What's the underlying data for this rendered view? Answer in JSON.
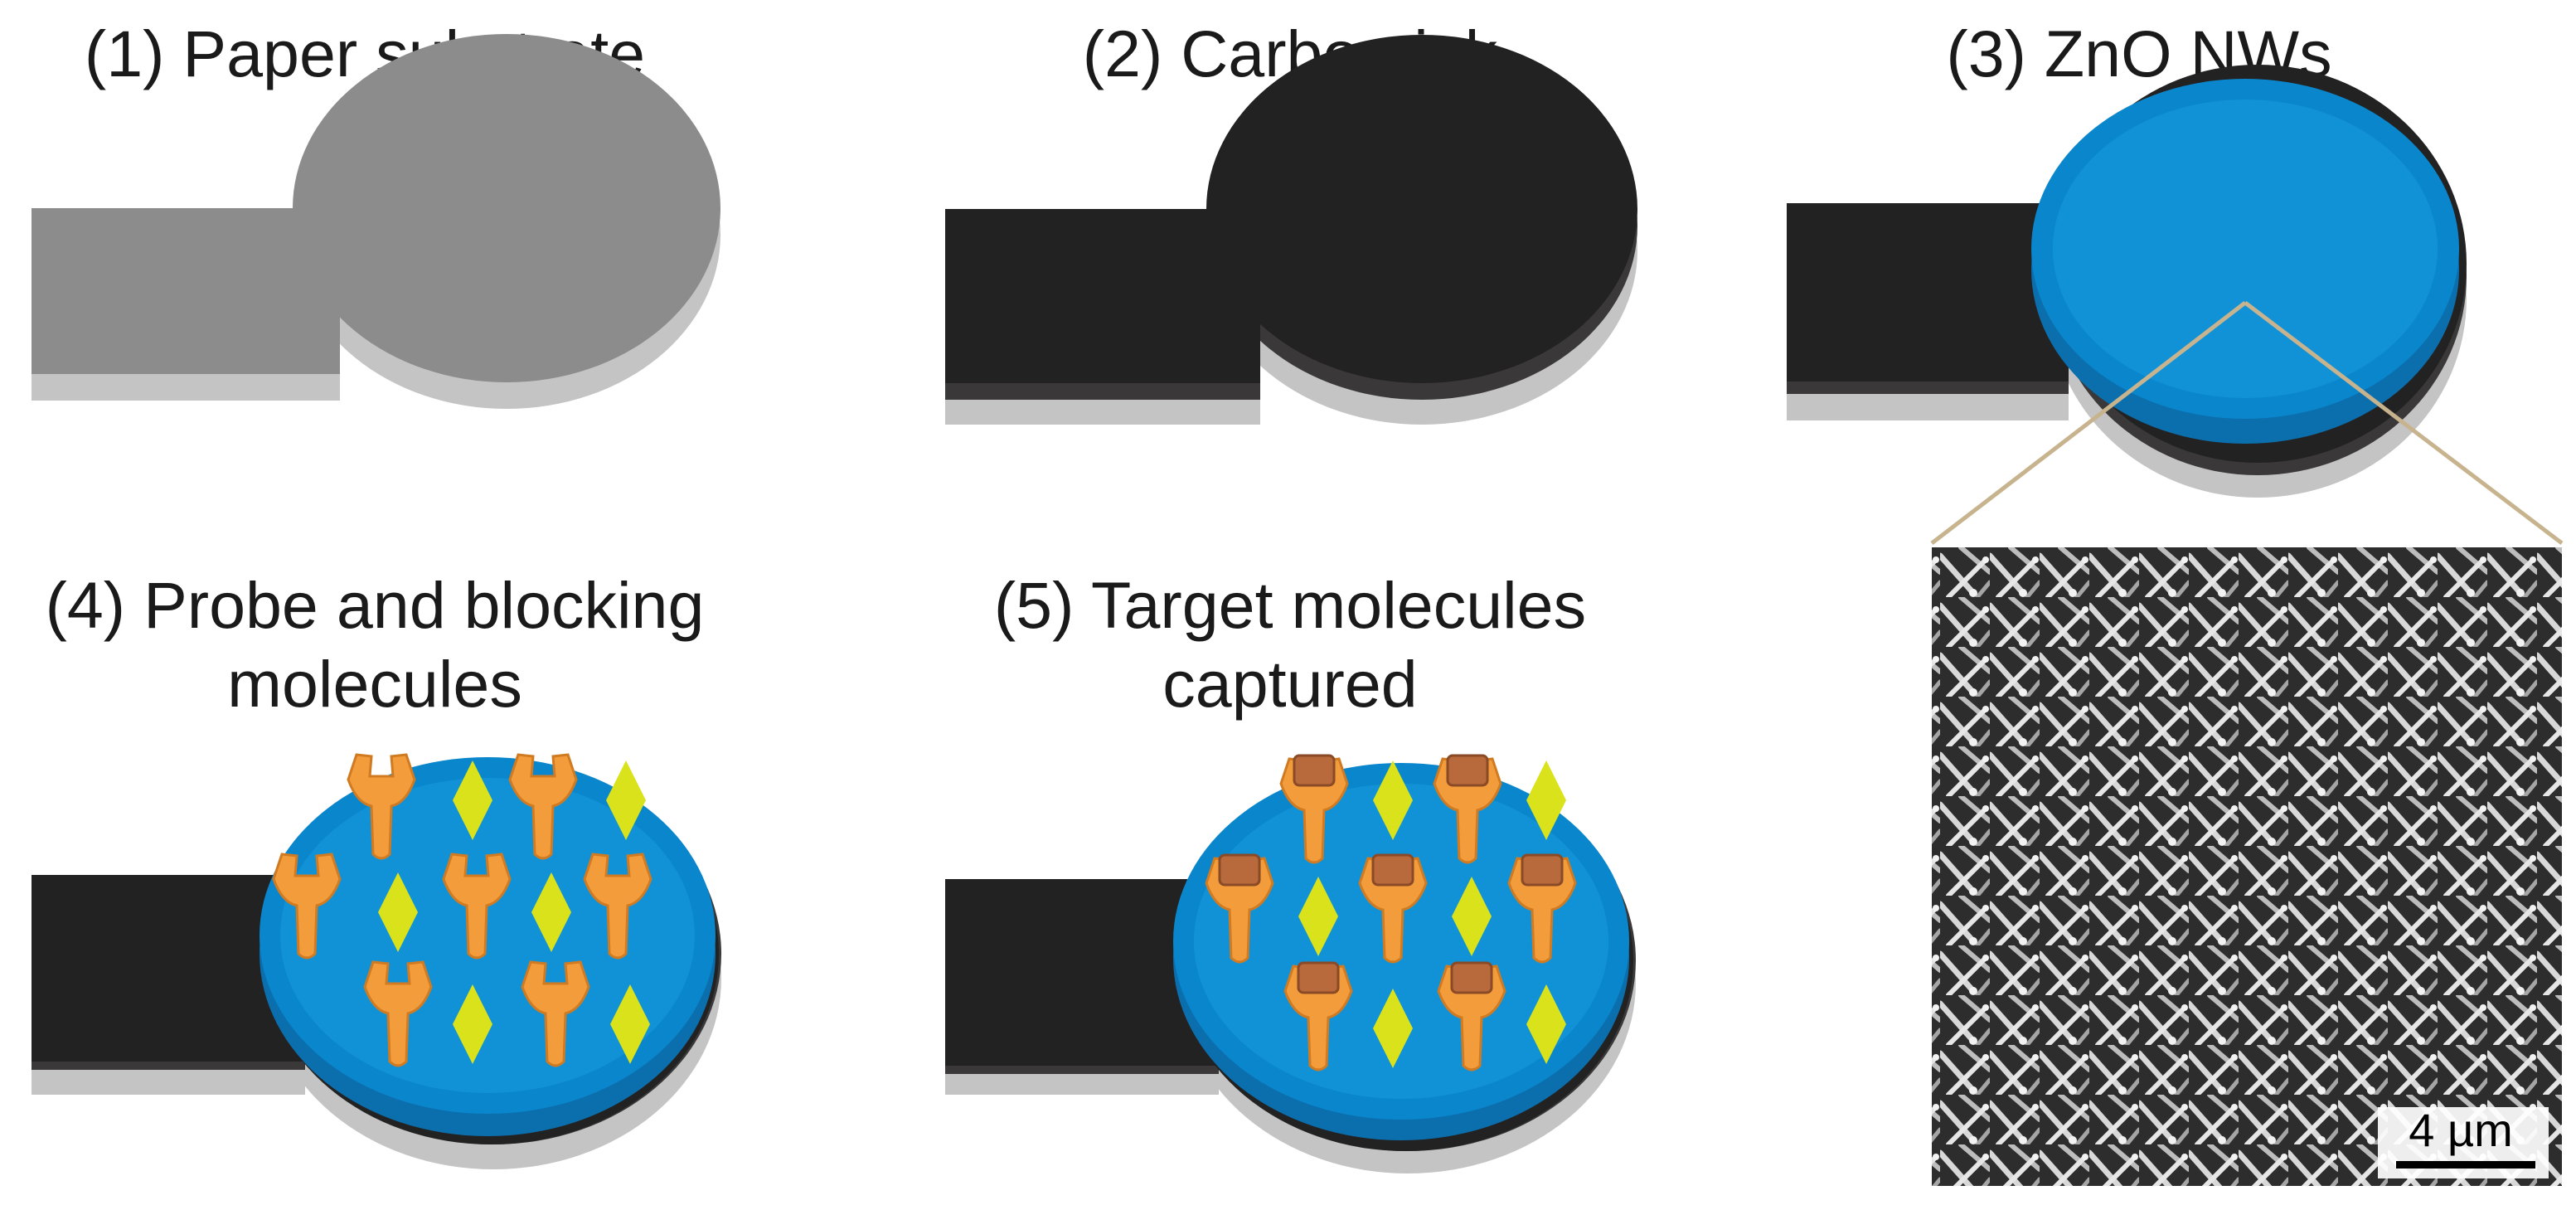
{
  "steps": [
    {
      "title": "(1) Paper substrate"
    },
    {
      "title": "(2) Carbon ink"
    },
    {
      "title": "(3) ZnO NWs"
    },
    {
      "title_line1": "(4) Probe and blocking",
      "title_line2": "molecules"
    },
    {
      "title_line1": "(5) Target molecules",
      "title_line2": "captured"
    }
  ],
  "sem_inset": {
    "scale_bar_label": "4 µm"
  },
  "colors": {
    "paper_top": "#8c8c8c",
    "paper_side": "#c4c4c4",
    "carbon_top": "#232222",
    "carbon_side": "#3a3838",
    "zno_top": "#0a86cc",
    "zno_rim": "#0b6fae",
    "probe": "#f39c3c",
    "probe_edge": "#d07b22",
    "blocker": "#d9e21a",
    "target": "#b86a3d",
    "zoom_line": "#c7b48f"
  }
}
